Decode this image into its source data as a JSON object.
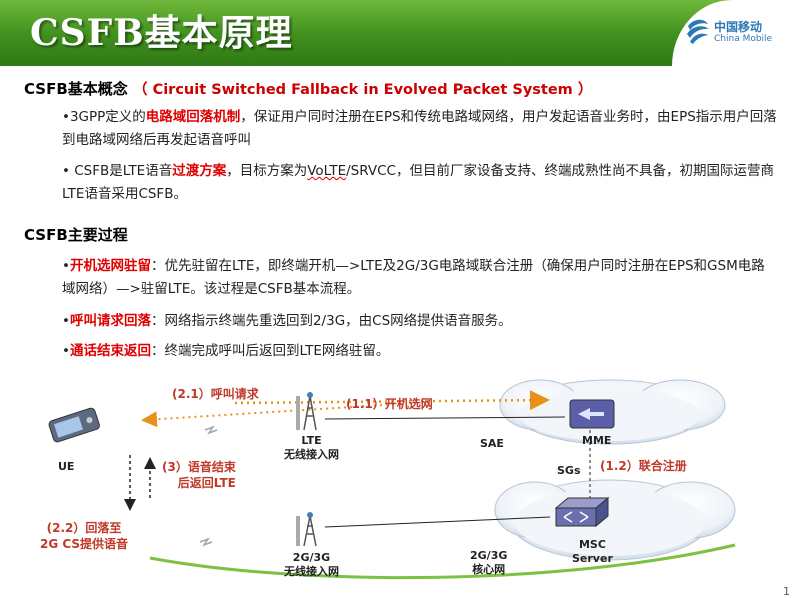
{
  "header": {
    "title": "CSFB基本原理",
    "logo_cn": "中国移动",
    "logo_en": "China Mobile",
    "logo_color": "#2f78b6"
  },
  "section1": {
    "heading": "CSFB基本概念",
    "heading_en": "（ Circuit Switched Fallback in Evolved Packet System ）",
    "bullets": [
      {
        "prefix": "•3GPP定义的",
        "highlight": "电路域回落机制",
        "suffix": "，保证用户同时注册在EPS和传统电路域网络，用户发起语音业务时，由EPS指示用户回落到电路域网络后再发起语音呼叫"
      },
      {
        "prefix": "• CSFB是LTE语音",
        "highlight": "过渡方案",
        "mid": "，目标方案为",
        "wavy": "VoLTE",
        "suffix": "/SRVCC，但目前厂家设备支持、终端成熟性尚不具备，初期国际运营商LTE语音采用CSFB。"
      }
    ]
  },
  "section2": {
    "heading": "CSFB主要过程",
    "bullets": [
      {
        "prefix": "•",
        "highlight": "开机选网驻留",
        "suffix": "：优先驻留在LTE，即终端开机—>LTE及2G/3G电路域联合注册（确保用户同时注册在EPS和GSM电路域网络）—>驻留LTE。该过程是CSFB基本流程。"
      },
      {
        "prefix": "•",
        "highlight": "呼叫请求回落",
        "suffix": "：网络指示终端先重选回到2/3G，由CS网络提供语音服务。"
      },
      {
        "prefix": "•",
        "highlight": "通话结束返回",
        "suffix": "：终端完成呼叫后返回到LTE网络驻留。"
      }
    ]
  },
  "diagram": {
    "ue": "UE",
    "lte_ran": [
      "LTE",
      "无线接入网"
    ],
    "sae": "SAE",
    "mme": "MME",
    "sgs": "SGs",
    "msc": [
      "MSC",
      "Server"
    ],
    "ran_2g3g": [
      "2G/3G",
      "无线接入网"
    ],
    "core_2g3g": [
      "2G/3G",
      "核心网"
    ],
    "step_1_1": "(1.1）开机选网",
    "step_1_2": "(1.2）联合注册",
    "step_2_1": "(2.1）呼叫请求",
    "step_2_2": [
      "(2.2）回落至",
      "2G CS提供语音"
    ],
    "step_3": [
      "(3）语音结束",
      "后返回LTE"
    ],
    "colors": {
      "arrow": "#e8901a",
      "label": "#c0392b",
      "green_line": "#7cc242",
      "header_green": "#3f8f1e"
    }
  },
  "page_number": "1"
}
